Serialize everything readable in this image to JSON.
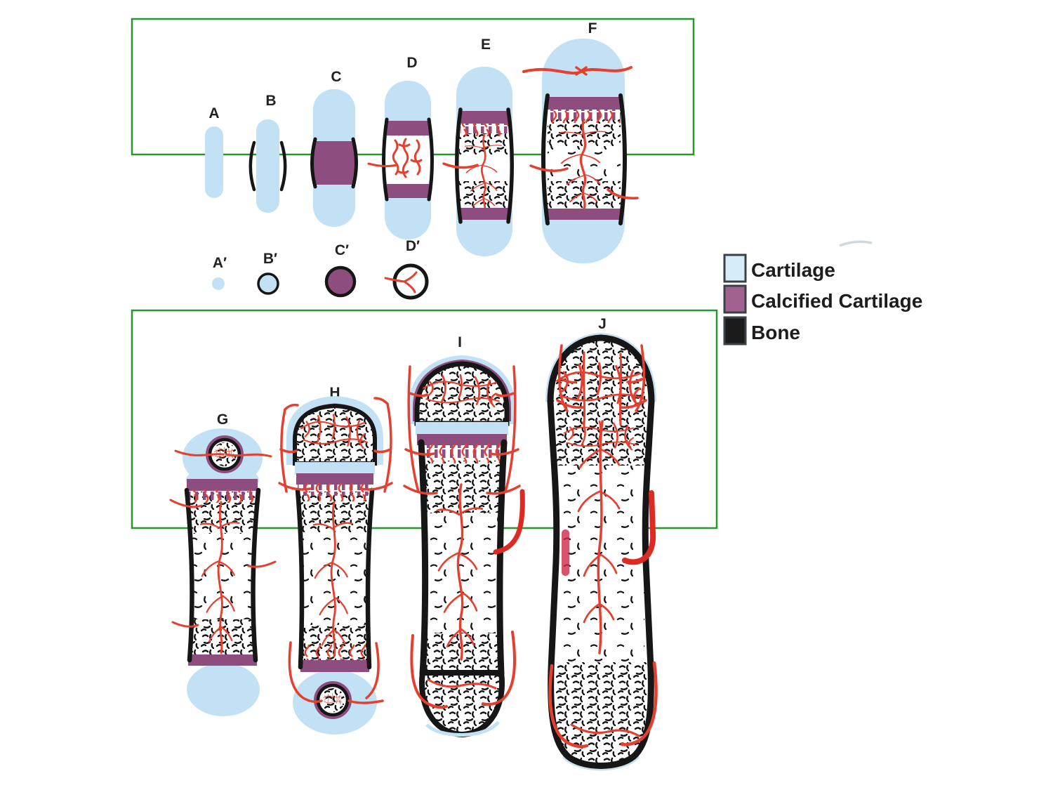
{
  "stages": {
    "top": [
      {
        "label": "A"
      },
      {
        "label": "B"
      },
      {
        "label": "C"
      },
      {
        "label": "D"
      },
      {
        "label": "E"
      },
      {
        "label": "F"
      }
    ],
    "cross_sections": [
      {
        "label": "A′"
      },
      {
        "label": "B′"
      },
      {
        "label": "C′"
      },
      {
        "label": "D′"
      }
    ],
    "bottom": [
      {
        "label": "G"
      },
      {
        "label": "H"
      },
      {
        "label": "I"
      },
      {
        "label": "J"
      }
    ]
  },
  "legend": {
    "items": [
      {
        "label": "Cartilage",
        "color": "#d6ecf9"
      },
      {
        "label": "Calcified Cartilage",
        "color": "#a2628f"
      },
      {
        "label": "Bone",
        "color": "#1b1b1b"
      }
    ]
  },
  "colors": {
    "cartilage": "#c3e1f4",
    "calcified_cartilage": "#8e4d7f",
    "bone": "#161616",
    "vessel": "#e5402f",
    "highlight_box": "#23982c"
  }
}
